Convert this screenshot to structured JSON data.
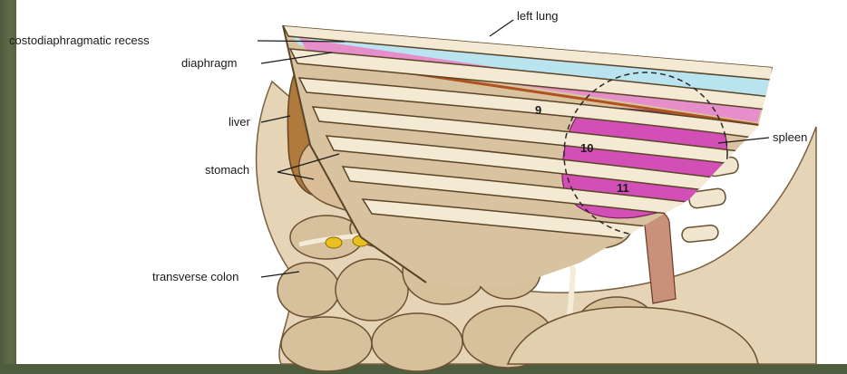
{
  "labels": {
    "left_lung": "left lung",
    "costodiaphragmatic_recess": "costodiaphragmatic recess",
    "diaphragm": "diaphragm",
    "liver": "liver",
    "stomach": "stomach",
    "transverse_colon": "transverse colon",
    "spleen": "spleen"
  },
  "rib_numbers": {
    "r9": "9",
    "r10": "10",
    "r11": "11"
  },
  "colors": {
    "lung": "#b9e4ef",
    "pleura_recess": "#e58ec9",
    "diaphragm_line": "#b0521c",
    "spleen": "#d24fb5",
    "liver": "#b07a3c",
    "tissue": "#dcc7a6",
    "slide_frame": "#4f5d3f"
  }
}
